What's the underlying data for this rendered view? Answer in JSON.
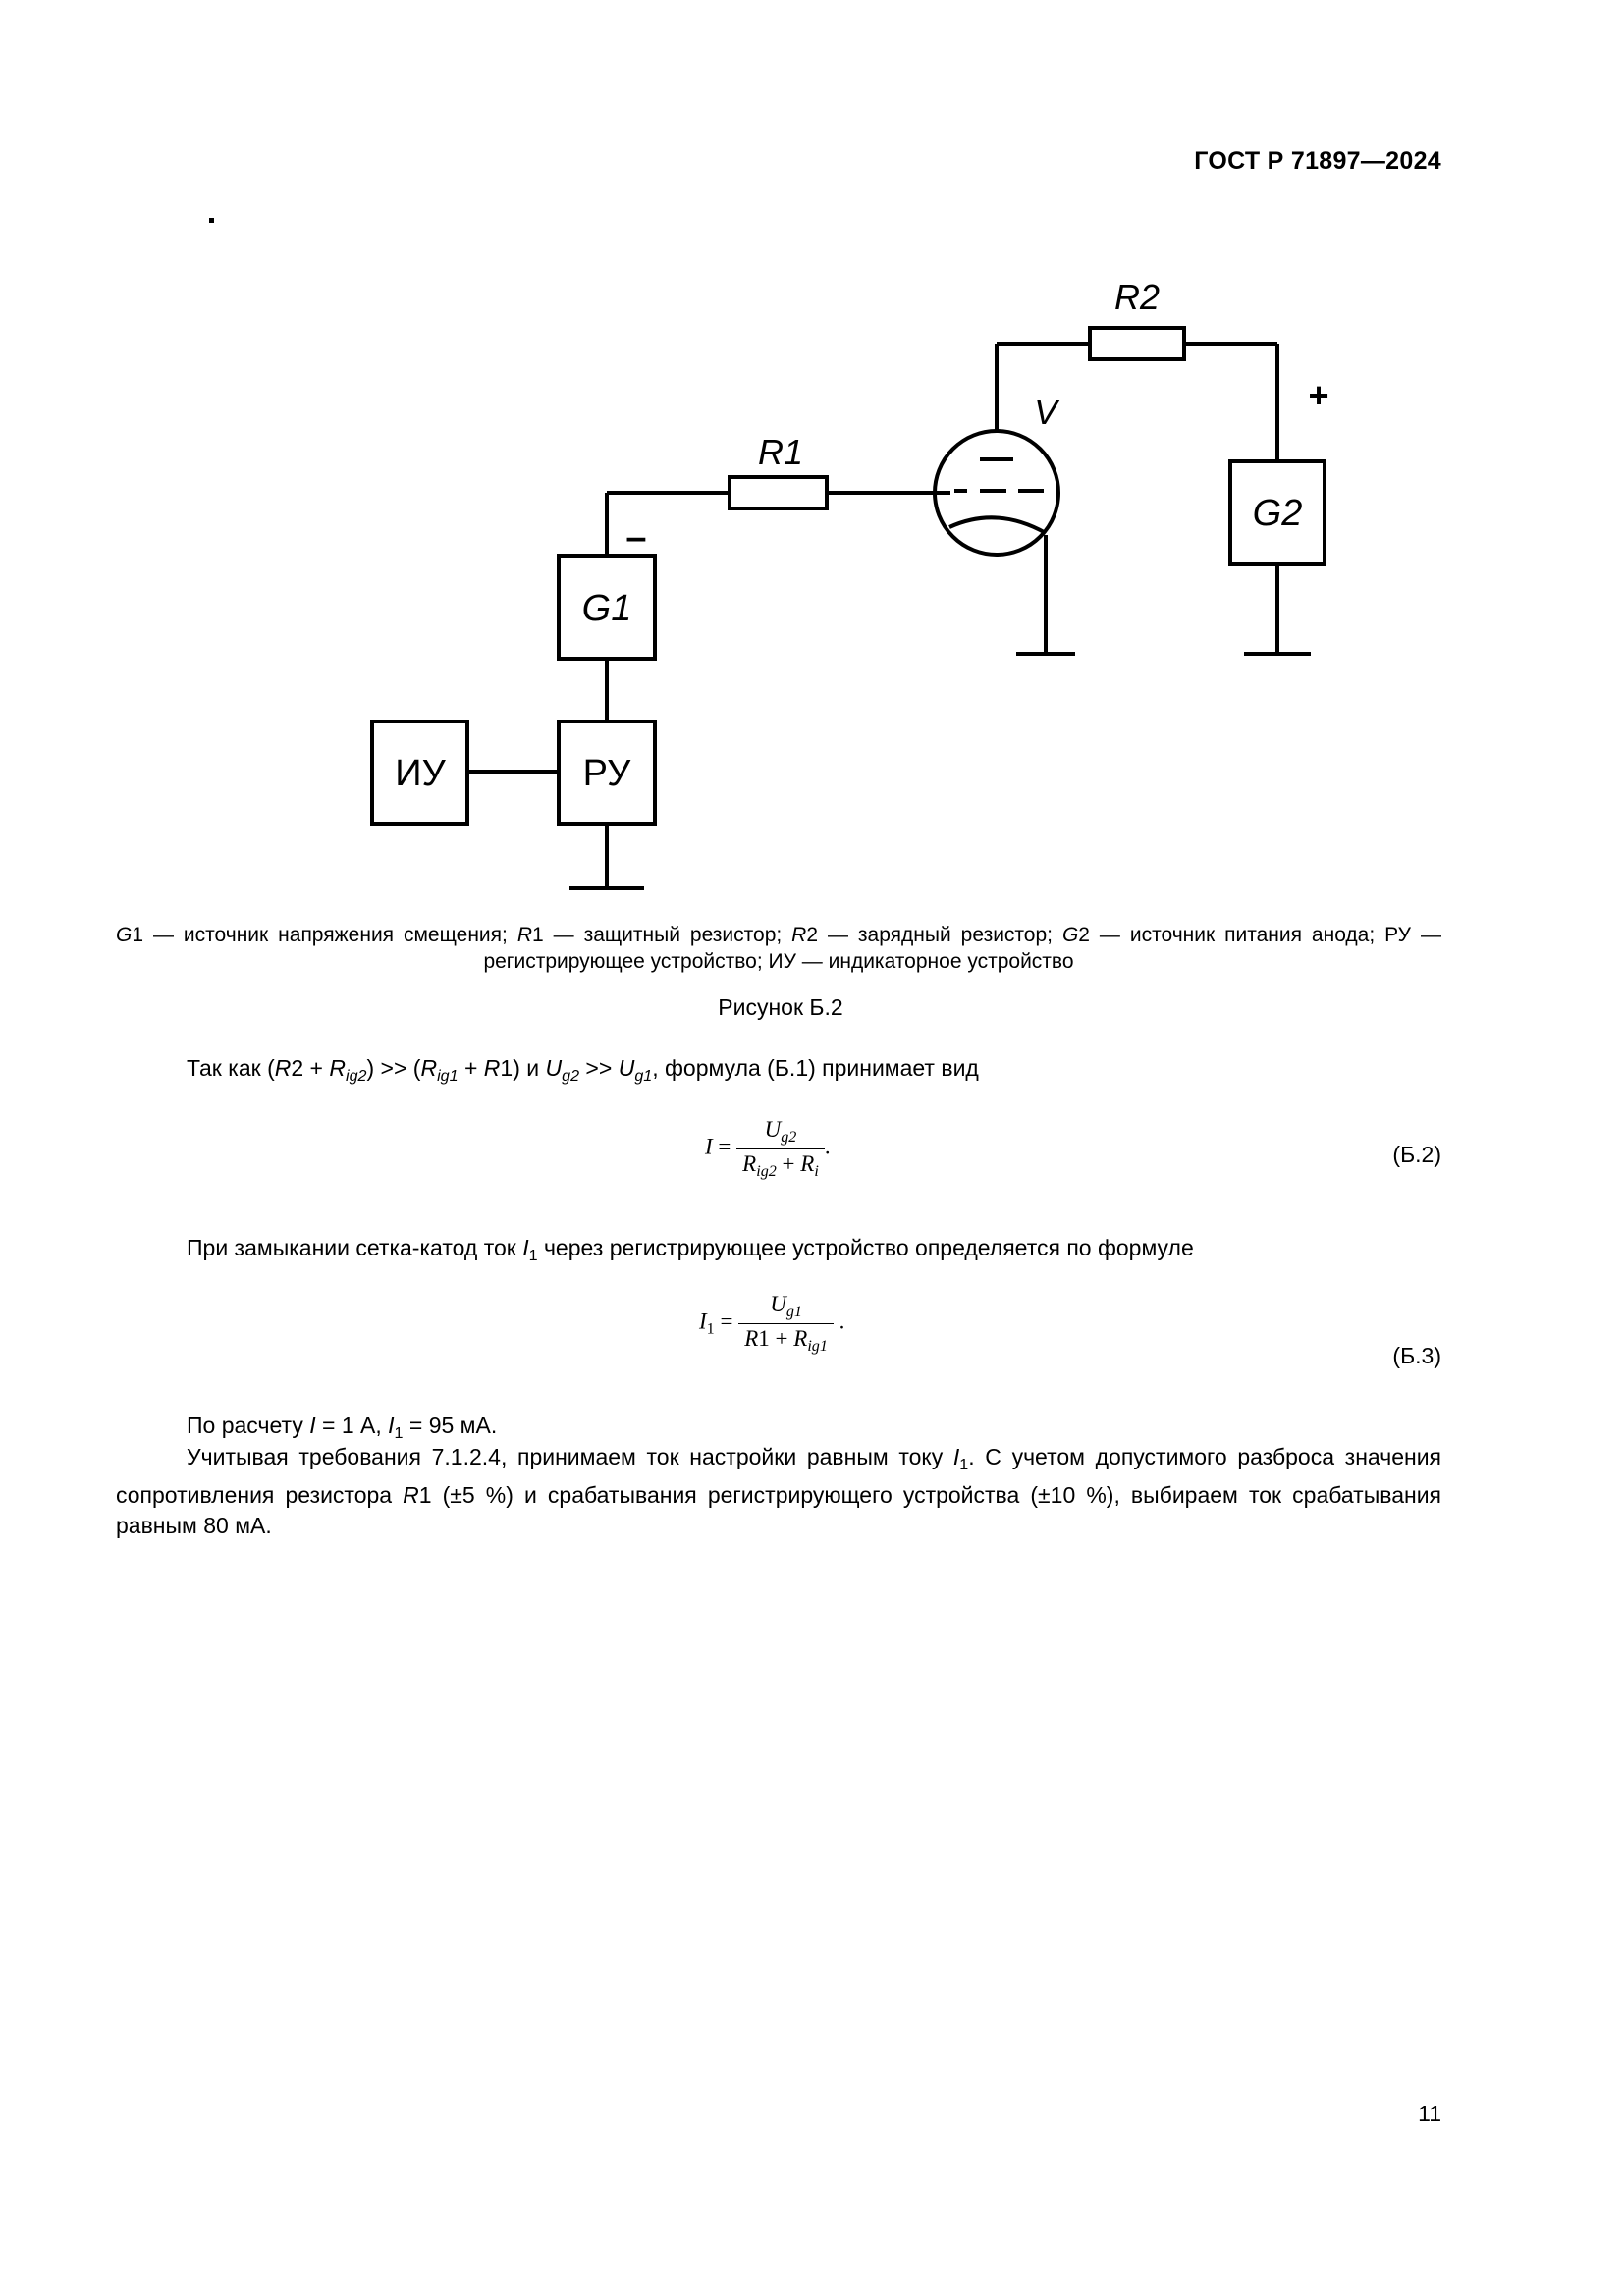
{
  "header": {
    "standard": "ГОСТ Р 71897—2024"
  },
  "schematic": {
    "labels": {
      "r1": "R1",
      "r2": "R2",
      "v": "V",
      "g1": "G1",
      "g2": "G2",
      "ru": "РУ",
      "iu": "ИУ",
      "plus": "+",
      "minus": "–"
    }
  },
  "caption": {
    "g1_sym": "G",
    "g1_num": "1",
    "g1_text": " — источник напряжения смещения; ",
    "r1_sym": "R",
    "r1_num": "1",
    "r1_text": " — защитный резистор; ",
    "r2_sym": "R",
    "r2_num": "2",
    "r2_text": " — зарядный резистор; ",
    "g2_sym": "G",
    "g2_num": "2",
    "g2_text": " — источник питания анода; ",
    "line2": "РУ — регистрирующее устройство; ИУ — индикаторное устройство"
  },
  "figure_title": "Рисунок Б.2",
  "para1": {
    "t1": "Так как (",
    "r2": "R",
    "t2": "2 + ",
    "rig2": "R",
    "rig2_sub": "ig2",
    "t3": ") >> (",
    "rig1": "R",
    "rig1_sub": "ig1",
    "t4": " + ",
    "r1": "R",
    "t5": "1) и ",
    "ug2": "U",
    "ug2_sub": "g2",
    "t6": " >> ",
    "ug1": "U",
    "ug1_sub": "g1",
    "t7": ", формула (Б.1) принимает вид"
  },
  "formula_b2": {
    "lhs": "I",
    "eq": " = ",
    "num_sym": "U",
    "num_sub": "g2",
    "den_a": "R",
    "den_a_sub": "ig2",
    "den_plus": " + ",
    "den_b": "R",
    "den_b_sub": "i",
    "tail": ".",
    "number": "(Б.2)"
  },
  "para2": {
    "t1": "При замыкании сетка-катод ток ",
    "i1": "I",
    "i1_sub": "1",
    "t2": " через регистрирующее устройство определяется по формуле"
  },
  "formula_b3": {
    "lhs": "I",
    "lhs_sub": "1",
    "eq": " = ",
    "num_sym": "U",
    "num_sub": "g1",
    "den_a": "R",
    "den_a_tail": "1 + ",
    "den_b": "R",
    "den_b_sub": "ig1",
    "tail": " .",
    "number": "(Б.3)"
  },
  "para3": {
    "t1": "По расчету ",
    "i": "I",
    "t2": " = 1 А, ",
    "i1": "I",
    "i1_sub": "1",
    "t3": " = 95 мА."
  },
  "para4": {
    "t1": "Учитывая требования 7.1.2.4, принимаем ток настройки равным току ",
    "i1": "I",
    "i1_sub": "1",
    "t2": ". С учетом допустимого разброса значения сопротивления резистора ",
    "r1": "R",
    "t3": "1 (±5 %) и срабатывания регистрирующего устройства (±10 %), выбираем ток срабатывания равным 80 мА."
  },
  "page_number": "11"
}
